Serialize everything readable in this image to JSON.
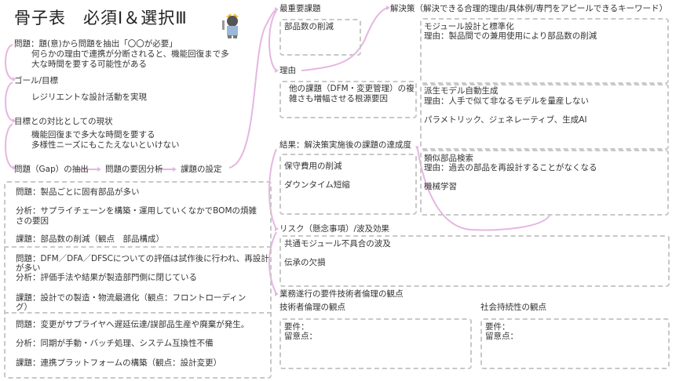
{
  "title": "骨子表　必須Ⅰ＆選択Ⅲ",
  "mascot": "mascot-hardhat-cat",
  "accent_color": "#e6b6e0",
  "left": {
    "problem_label": "問題：題(意)から問題を抽出「〇〇が必要」",
    "problem_lines": [
      "何らかの理由で連携が分断されると、機能回復まで多",
      "大な時間を要する可能性がある"
    ],
    "goal_label": "ゴール/目標",
    "goal_text": "レジリエントな設計活動を実現",
    "current_label": "目標との対比としての現状",
    "current_lines": [
      "機能回復まで多大な時間を要する",
      "多様性ニーズにもこたえないといけない"
    ],
    "flow": [
      "問題（Gap）の抽出",
      "問題の要因分析",
      "課題の設定"
    ]
  },
  "issues": [
    {
      "problem": "問題：製品ごとに固有部品が多い",
      "analysis": [
        "分析：サプライチェーンを構築・運用していくなかでBOMの煩雑",
        "さの要因"
      ],
      "task": [
        "課題：部品数の削減（観点　部品構成）"
      ]
    },
    {
      "problem": "問題：DFM／DFA／DFSCについての評価は試作後に行われ、再設計",
      "problem2": "が多い",
      "analysis": [
        "分析：評価手法や結果が製造部門側に閉じている"
      ],
      "task": [
        "課題：設計での製造・物流最適化（観点：フロントローディン",
        "グ）"
      ]
    },
    {
      "problem": "問題：変更がサプライヤへ遅延伝達/誤部品生産や廃棄が発生。",
      "analysis": [
        "分析：同期が手動・バッチ処理、システム互換性不備"
      ],
      "task": [
        "課題：連携プラットフォームの構築（観点：設計変更）"
      ]
    }
  ],
  "top_issue": {
    "label": "最重要課題",
    "text": "部品数の削減"
  },
  "reason": {
    "label": "理由",
    "lines": [
      "他の課題（DFM・変更管理）の複",
      "雑さも増幅させる根源要因"
    ]
  },
  "solutions": {
    "label": "解決策（解決できる合理的理由/具体例/専門をアピールできるキーワード）",
    "items": [
      {
        "lines": [
          "モジュール設計と標準化",
          "理由：製品間での兼用使用により部品数の削減"
        ],
        "keywords": ""
      },
      {
        "lines": [
          "派生モデル自動生成",
          "理由：人手で似て非なるモデルを量産しない"
        ],
        "keywords": "パラメトリック、ジェネレーティブ、生成AI"
      },
      {
        "lines": [
          "類似部品検索",
          "理由：過去の部品を再設計することがなくなる"
        ],
        "keywords": "機械学習"
      }
    ]
  },
  "result": {
    "label": "結果：解決策実施後の課題の達成度",
    "items": [
      "保守費用の削減",
      "ダウンタイム短縮"
    ]
  },
  "risk": {
    "label": "リスク（懸念事項）/波及効果",
    "items": [
      "共通モジュール不具合の波及",
      "伝承の欠損"
    ]
  },
  "ethics": {
    "label": "業務遂行の要件技術者倫理の観点",
    "engineer": {
      "label": "技術者倫理の観点",
      "req": "要件：",
      "note": "留意点："
    },
    "society": {
      "label": "社会持続性の観点",
      "req": "要件：",
      "note": "留意点："
    }
  }
}
